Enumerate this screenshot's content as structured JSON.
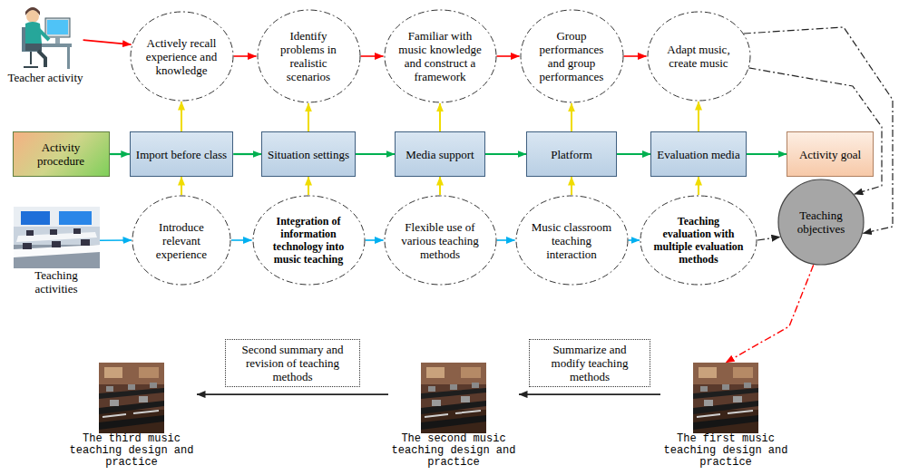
{
  "diagram": {
    "nodes": [
      {
        "text": [
          "Teacher activity"
        ]
      },
      {
        "text": [
          "Actively recall experience and knowledge"
        ]
      },
      {
        "text": [
          "Identify problems in realistic scenarios"
        ]
      },
      {
        "text": [
          "Familiar with music knowledge and construct a framework"
        ]
      },
      {
        "text": [
          "Group performances and group performances"
        ]
      },
      {
        "text": [
          "Adapt music, create music"
        ]
      },
      {
        "text": [
          "Activity procedure"
        ]
      },
      {
        "text": [
          "Import before class"
        ]
      },
      {
        "text": [
          "Situation settings"
        ]
      },
      {
        "text": [
          "Media support"
        ]
      },
      {
        "text": [
          "Platform"
        ]
      },
      {
        "text": [
          "Evaluation media"
        ]
      },
      {
        "text": [
          "Activity goal"
        ]
      },
      {
        "text": [
          "Teaching activities"
        ]
      },
      {
        "text": [
          "Introduce relevant experience"
        ]
      },
      {
        "text": [
          "Integration of information technology into music teaching"
        ]
      },
      {
        "text": [
          "Flexible use of various teaching methods"
        ]
      },
      {
        "text": [
          "Music classroom teaching interaction"
        ]
      },
      {
        "text": [
          "Teaching evaluation with multiple evaluation methods"
        ]
      },
      {
        "text": [
          "Teaching objectives"
        ]
      },
      {
        "text": [
          "The first music teaching design and practice"
        ]
      },
      {
        "text": [
          "The second music teaching design and practice"
        ]
      },
      {
        "text": [
          "The third music teaching design and practice"
        ]
      }
    ],
    "edges": [
      {
        "from": 0,
        "to": 1,
        "arrow": "to"
      },
      {
        "from": 1,
        "to": 2,
        "arrow": "to"
      },
      {
        "from": 2,
        "to": 3,
        "arrow": "to"
      },
      {
        "from": 3,
        "to": 4,
        "arrow": "to"
      },
      {
        "from": 4,
        "to": 5,
        "arrow": "to"
      },
      {
        "from": 6,
        "to": 7,
        "arrow": "to"
      },
      {
        "from": 7,
        "to": 8,
        "arrow": "to"
      },
      {
        "from": 8,
        "to": 9,
        "arrow": "to"
      },
      {
        "from": 9,
        "to": 10,
        "arrow": "to"
      },
      {
        "from": 10,
        "to": 11,
        "arrow": "to"
      },
      {
        "from": 11,
        "to": 12,
        "arrow": "to"
      },
      {
        "from": 7,
        "to": 1,
        "arrow": "to"
      },
      {
        "from": 8,
        "to": 2,
        "arrow": "to"
      },
      {
        "from": 9,
        "to": 3,
        "arrow": "to"
      },
      {
        "from": 10,
        "to": 4,
        "arrow": "to"
      },
      {
        "from": 11,
        "to": 5,
        "arrow": "to"
      },
      {
        "from": 14,
        "to": 7,
        "arrow": "to"
      },
      {
        "from": 15,
        "to": 8,
        "arrow": "to"
      },
      {
        "from": 16,
        "to": 9,
        "arrow": "to"
      },
      {
        "from": 17,
        "to": 10,
        "arrow": "to"
      },
      {
        "from": 18,
        "to": 11,
        "arrow": "to"
      },
      {
        "from": 13,
        "to": 14,
        "arrow": "to"
      },
      {
        "from": 14,
        "to": 15,
        "arrow": "to"
      },
      {
        "from": 15,
        "to": 16,
        "arrow": "to"
      },
      {
        "from": 16,
        "to": 17,
        "arrow": "to"
      },
      {
        "from": 17,
        "to": 18,
        "arrow": "to"
      },
      {
        "from": 18,
        "to": 19,
        "arrow": "to"
      },
      {
        "from": 5,
        "to": 19,
        "arrow": "to"
      },
      {
        "from": 5,
        "to": 19,
        "arrow": "to"
      },
      {
        "from": 19,
        "to": 20,
        "arrow": "to"
      },
      {
        "from": 20,
        "to": 21,
        "label": "Summarize and modify teaching methods",
        "arrow": "to"
      },
      {
        "from": 21,
        "to": 22,
        "label": "Second summary and revision of teaching methods",
        "arrow": "to"
      }
    ]
  }
}
